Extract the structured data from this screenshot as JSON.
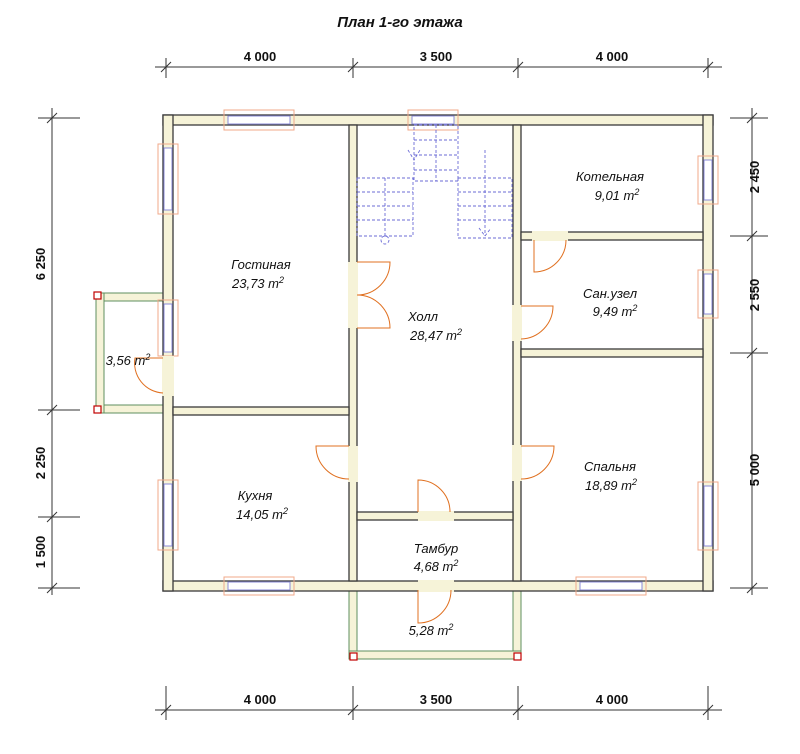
{
  "title": "План 1-го этажа",
  "dimensions": {
    "top": [
      "4 000",
      "3 500",
      "4 000"
    ],
    "bottom": [
      "4 000",
      "3 500",
      "4 000"
    ],
    "left": [
      "6 250",
      "2 250",
      "1 500"
    ],
    "right": [
      "2 450",
      "2 550",
      "5 000"
    ]
  },
  "rooms": {
    "living": {
      "name": "Гостиная",
      "area": "23,73 m"
    },
    "boiler": {
      "name": "Котельная",
      "area": "9,01 m"
    },
    "bathroom": {
      "name": "Сан.узел",
      "area": "9,49 m"
    },
    "hall": {
      "name": "Холл",
      "area": "28,47 m"
    },
    "kitchen": {
      "name": "Кухня",
      "area": "14,05 m"
    },
    "bedroom": {
      "name": "Спальня",
      "area": "18,89 m"
    },
    "vestibule": {
      "name": "Тамбур",
      "area": "4,68 m"
    },
    "porch_side": {
      "area": "3,56 m"
    },
    "porch_front": {
      "area": "5,28 m"
    }
  },
  "area_unit_superscript": "2"
}
